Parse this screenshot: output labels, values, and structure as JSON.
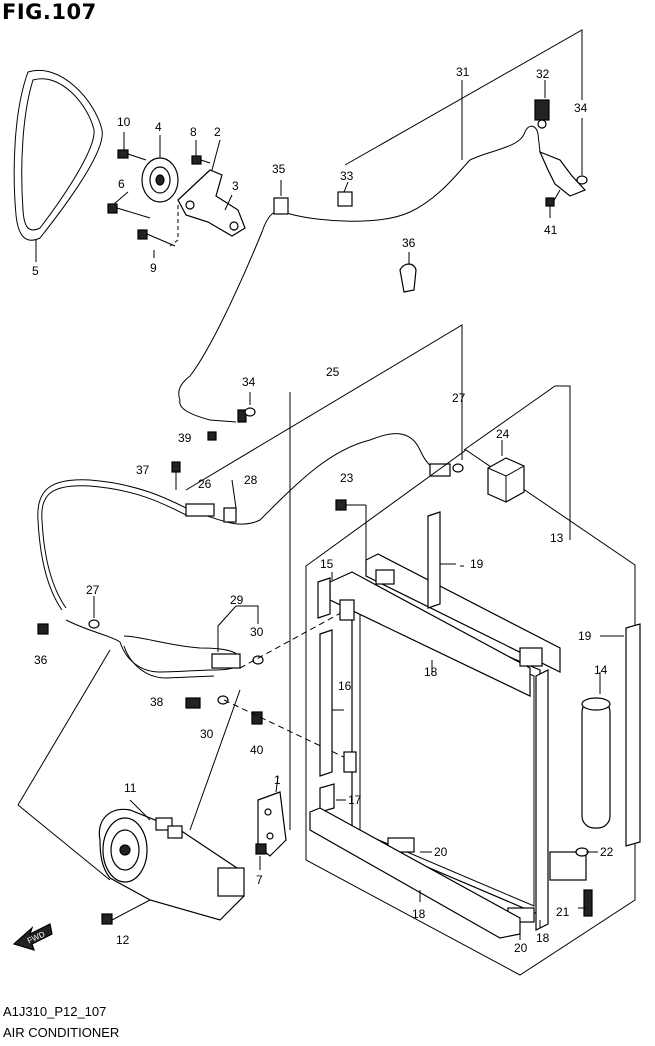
{
  "figure": {
    "title": "FIG.107",
    "code": "A1J310_P12_107",
    "name": "AIR CONDITIONER"
  },
  "fwd_label": "FWD",
  "callouts": [
    {
      "id": "c1",
      "text": "1"
    },
    {
      "id": "c2",
      "text": "2"
    },
    {
      "id": "c3",
      "text": "3"
    },
    {
      "id": "c4",
      "text": "4"
    },
    {
      "id": "c5",
      "text": "5"
    },
    {
      "id": "c6",
      "text": "6"
    },
    {
      "id": "c7",
      "text": "7"
    },
    {
      "id": "c8",
      "text": "8"
    },
    {
      "id": "c9",
      "text": "9"
    },
    {
      "id": "c10",
      "text": "10"
    },
    {
      "id": "c11",
      "text": "11"
    },
    {
      "id": "c12",
      "text": "12"
    },
    {
      "id": "c13",
      "text": "13"
    },
    {
      "id": "c14",
      "text": "14"
    },
    {
      "id": "c15",
      "text": "15"
    },
    {
      "id": "c16",
      "text": "16"
    },
    {
      "id": "c17",
      "text": "17"
    },
    {
      "id": "c18a",
      "text": "18"
    },
    {
      "id": "c18b",
      "text": "18"
    },
    {
      "id": "c18c",
      "text": "18"
    },
    {
      "id": "c19a",
      "text": "19"
    },
    {
      "id": "c19b",
      "text": "19"
    },
    {
      "id": "c20a",
      "text": "20"
    },
    {
      "id": "c20b",
      "text": "20"
    },
    {
      "id": "c21",
      "text": "21"
    },
    {
      "id": "c22",
      "text": "22"
    },
    {
      "id": "c23",
      "text": "23"
    },
    {
      "id": "c24",
      "text": "24"
    },
    {
      "id": "c25",
      "text": "25"
    },
    {
      "id": "c26",
      "text": "26"
    },
    {
      "id": "c27a",
      "text": "27"
    },
    {
      "id": "c27b",
      "text": "27"
    },
    {
      "id": "c28",
      "text": "28"
    },
    {
      "id": "c29",
      "text": "29"
    },
    {
      "id": "c30a",
      "text": "30"
    },
    {
      "id": "c30b",
      "text": "30"
    },
    {
      "id": "c31",
      "text": "31"
    },
    {
      "id": "c32",
      "text": "32"
    },
    {
      "id": "c33",
      "text": "33"
    },
    {
      "id": "c34a",
      "text": "34"
    },
    {
      "id": "c34b",
      "text": "34"
    },
    {
      "id": "c35",
      "text": "35"
    },
    {
      "id": "c36a",
      "text": "36"
    },
    {
      "id": "c36b",
      "text": "36"
    },
    {
      "id": "c37",
      "text": "37"
    },
    {
      "id": "c38",
      "text": "38"
    },
    {
      "id": "c39",
      "text": "39"
    },
    {
      "id": "c40",
      "text": "40"
    },
    {
      "id": "c41",
      "text": "41"
    }
  ]
}
